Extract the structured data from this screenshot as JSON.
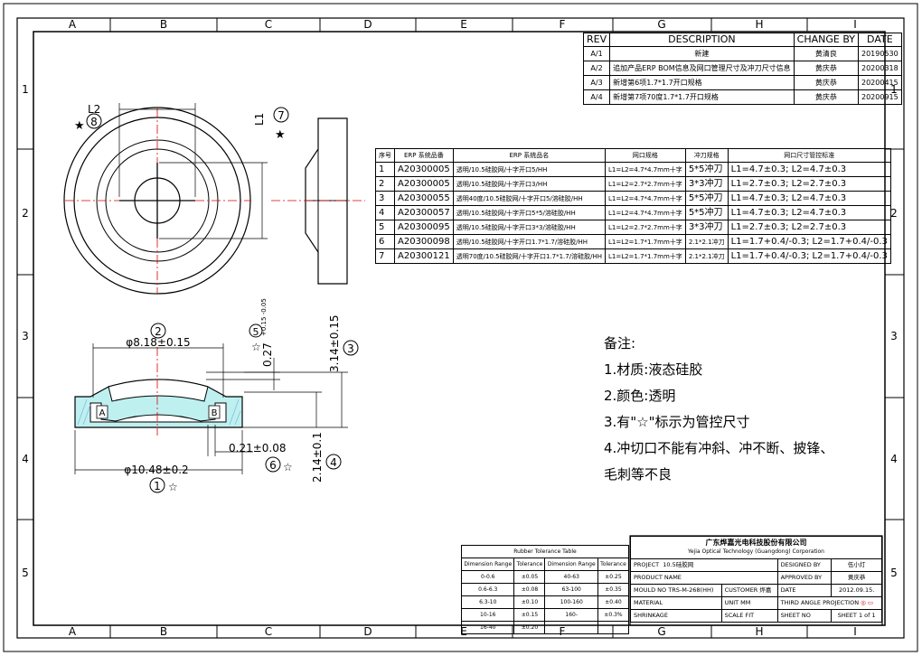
{
  "frame": {
    "columns": [
      "A",
      "B",
      "C",
      "D",
      "E",
      "F",
      "G",
      "H",
      "I"
    ],
    "rows": [
      "1",
      "2",
      "3",
      "4",
      "5"
    ]
  },
  "revision": {
    "headers": [
      "REV",
      "DESCRIPTION",
      "CHANGE BY",
      "DATE"
    ],
    "rows": [
      {
        "rev": "A/1",
        "description": "新建",
        "by": "黄清良",
        "date": "20190530"
      },
      {
        "rev": "A/2",
        "description": "追加产品ERP BOM信息及网口管理尺寸及冲刀尺寸信息",
        "by": "黄庆恭",
        "date": "20200318"
      },
      {
        "rev": "A/3",
        "description": "新增第6项1.7*1.7开口规格",
        "by": "黄庆恭",
        "date": "20200415"
      },
      {
        "rev": "A/4",
        "description": "新增第7项70度1.7*1.7开口规格",
        "by": "黄庆恭",
        "date": "20200915"
      }
    ]
  },
  "erp": {
    "headers": [
      "序号",
      "ERP 系统品番",
      "ERP 系统品名",
      "网口规格",
      "冲刀规格",
      "网口尺寸管控标准"
    ],
    "rows": [
      {
        "no": "1",
        "code": "A20300005",
        "name": "透明/10.5硅胶网/十字开口5/HH",
        "opening": "L1=L2=4.7*4.7mm十字",
        "knife": "5*5冲刀",
        "std": "L1=4.7±0.3; L2=4.7±0.3"
      },
      {
        "no": "2",
        "code": "A20300005",
        "name": "透明/10.5硅胶网/十字开口3/HH",
        "opening": "L1=L2=2.7*2.7mm十字",
        "knife": "3*3冲刀",
        "std": "L1=2.7±0.3; L2=2.7±0.3"
      },
      {
        "no": "3",
        "code": "A20300055",
        "name": "透明40度/10.5硅胶网/十字开口5/溶硅胶/HH",
        "opening": "L1=L2=4.7*4.7mm十字",
        "knife": "5*5冲刀",
        "std": "L1=4.7±0.3; L2=4.7±0.3"
      },
      {
        "no": "4",
        "code": "A20300057",
        "name": "透明/10.5硅胶网/十字开口5*5/溶硅胶/HH",
        "opening": "L1=L2=4.7*4.7mm十字",
        "knife": "5*5冲刀",
        "std": "L1=4.7±0.3; L2=4.7±0.3"
      },
      {
        "no": "5",
        "code": "A20300095",
        "name": "透明/10.5硅胶网/十字开口3*3/溶硅胶/HH",
        "opening": "L1=L2=2.7*2.7mm十字",
        "knife": "3*3冲刀",
        "std": "L1=2.7±0.3; L2=2.7±0.3"
      },
      {
        "no": "6",
        "code": "A20300098",
        "name": "透明/10.5硅胶网/十字开口1.7*1.7/溶硅胶/HH",
        "opening": "L1=L2=1.7*1.7mm十字",
        "knife": "2.1*2.1冲刀",
        "std": "L1=1.7+0.4/-0.3; L2=1.7+0.4/-0.3"
      },
      {
        "no": "7",
        "code": "A20300121",
        "name": "透明70度/10.5硅胶网/十字开口1.7*1.7/溶硅胶/HH",
        "opening": "L1=L2=1.7*1.7mm十字",
        "knife": "2.1*2.1冲刀",
        "std": "L1=1.7+0.4/-0.3; L2=1.7+0.4/-0.3"
      }
    ]
  },
  "dims": {
    "l2": "L2",
    "l1": "L1",
    "n8": "8",
    "n7": "7",
    "d2": "φ8.18±0.15",
    "n2": "2",
    "d5": "0.27",
    "d5tol": "+0.15 -0.05",
    "n5": "5",
    "d3": "3.14±0.15",
    "n3": "3",
    "a": "A",
    "b": "B",
    "d6": "0.21±0.08",
    "n6": "6",
    "d4": "2.14±0.1",
    "n4": "4",
    "d1": "φ10.48±0.2",
    "n1": "1"
  },
  "notes": {
    "title": "备注:",
    "lines": [
      "1.材质:液态硅胶",
      "2.颜色:透明",
      "3.有\"☆\"标示为管控尺寸",
      "4.冲切口不能有冲斜、冲不断、披锋、",
      "毛刺等不良"
    ]
  },
  "tolerance": {
    "title": "Rubber Tolerance Table",
    "headers": [
      "Dimension Range",
      "Tolerance",
      "Dimension Range",
      "Tolerance"
    ],
    "rows": [
      [
        "0-0.6",
        "±0.05",
        "40-63",
        "±0.25"
      ],
      [
        "0.6-6.3",
        "±0.08",
        "63-100",
        "±0.35"
      ],
      [
        "6.3-10",
        "±0.10",
        "100-160",
        "±0.40"
      ],
      [
        "10-16",
        "±0.15",
        "160-",
        "±0.3%"
      ],
      [
        "16-40",
        "±0.20",
        "",
        ""
      ]
    ]
  },
  "titleblock": {
    "company_cn": "广东烨嘉光电科技股份有限公司",
    "company_en": "Yejia Optical Technology (Guangdong) Corporation",
    "project_label": "PROJECT",
    "project_value": "10.5硅胶网",
    "designed_label": "DESIGNED BY",
    "designed_value": "伍小灯",
    "product_label": "PRODUCT NAME",
    "approved_label": "APPROVED BY",
    "approved_value": "黄庆恭",
    "mould_label": "MOULD NO",
    "mould_value": "TRS-M-268(HH)",
    "customer_label": "CUSTOMER",
    "customer_value": "烨嘉",
    "date_label": "DATE",
    "date_value": "2012.09.15.",
    "material_label": "MATERIAL",
    "unit_label": "UNIT MM",
    "projection_label": "THIRD ANGLE PROJECTION",
    "shrink_label": "SHRINKAGE",
    "scale_label": "SCALE",
    "scale_value": "FIT",
    "sheetno_label": "SHEET NO",
    "sheet_value": "SHEET 1 of 1"
  }
}
